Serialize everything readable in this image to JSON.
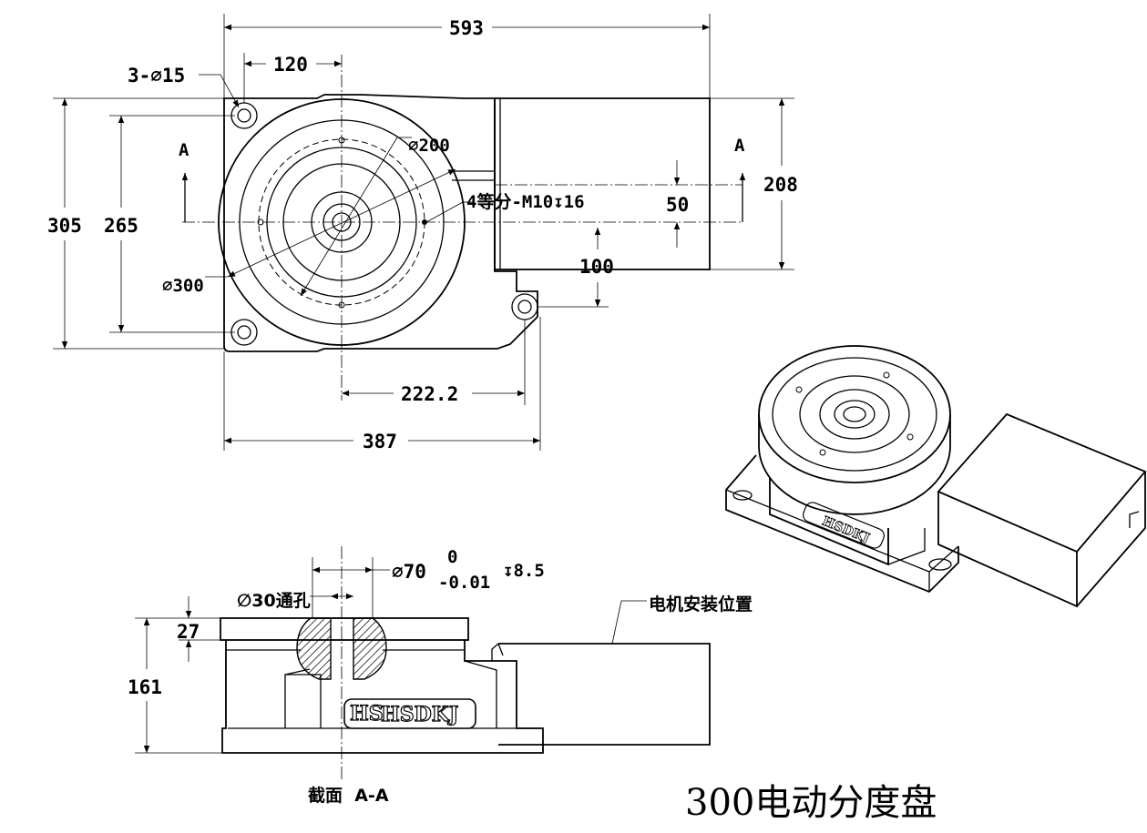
{
  "title": "300电动分度盘",
  "section_label": "截面  A-A",
  "motor_note": "电机安装位置",
  "logo_text": "HSDKJ",
  "logo_mark": "HS",
  "section_marks": {
    "left": "A",
    "right": "A"
  },
  "dimensions": {
    "overall_length": "593",
    "hole_offset": "120",
    "holes": "3-∅15",
    "dia_200": "∅200",
    "tapped": "4等分-M10↧16",
    "motor_offset": "50",
    "motor_height": "208",
    "overall_width": "305",
    "hole_span": "265",
    "dia_300": "∅300",
    "motor_drop": "100",
    "hole_to_center": "222.2",
    "base_length": "387",
    "dia_70": "∅70",
    "tol_upper": "0",
    "tol_lower": "-0.01",
    "depth": "↧8.5",
    "through_hole": "∅30通孔",
    "plate_thickness": "27",
    "total_height": "161"
  }
}
